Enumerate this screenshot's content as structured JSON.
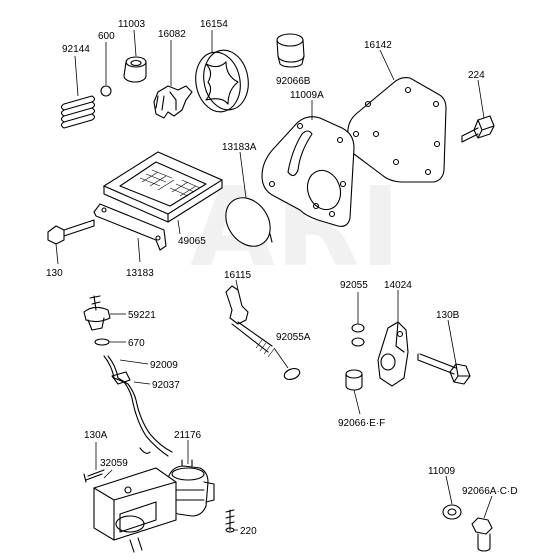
{
  "watermark": "ARI",
  "labels": {
    "p92144": "92144",
    "p600": "600",
    "p11003": "11003",
    "p16082": "16082",
    "p16154": "16154",
    "p92066B": "92066B",
    "p16142": "16142",
    "p224": "224",
    "p11009A": "11009A",
    "p13183A": "13183A",
    "p49065": "49065",
    "p130": "130",
    "p13183": "13183",
    "p16115": "16115",
    "p92055": "92055",
    "p14024": "14024",
    "p130B": "130B",
    "p92055A": "92055A",
    "p59221": "59221",
    "p670": "670",
    "p92009": "92009",
    "p92037": "92037",
    "p92066EF": "92066·E·F",
    "p130A": "130A",
    "p21176": "21176",
    "p32059": "32059",
    "p11009": "11009",
    "p92066ACD": "92066A·C·D",
    "p220": "220"
  }
}
